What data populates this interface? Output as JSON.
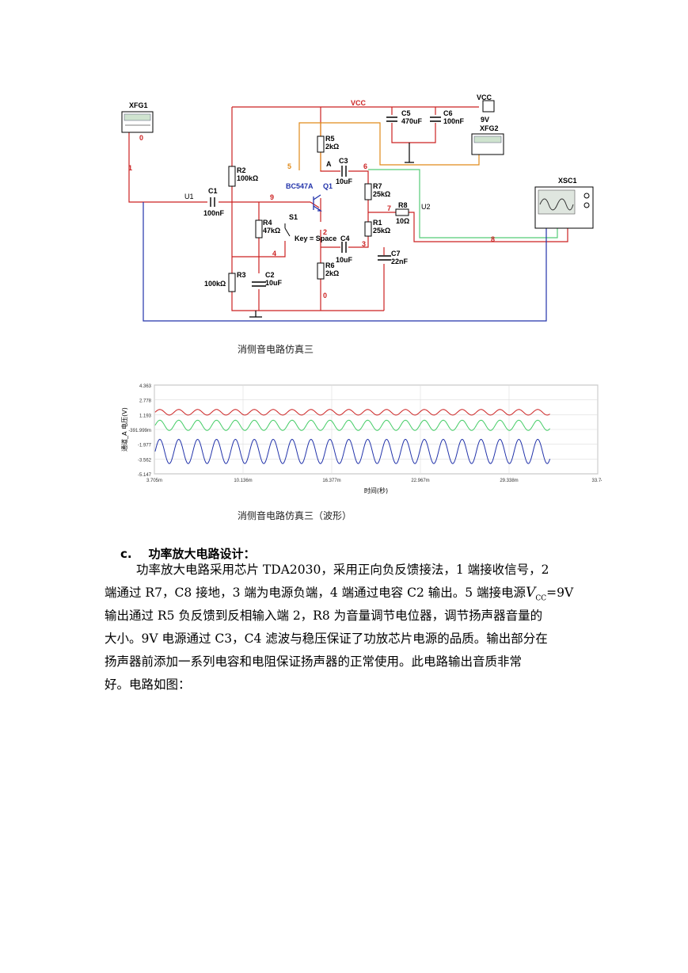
{
  "circuit": {
    "caption": "消侧音电路仿真三",
    "instruments": {
      "xfg1": "XFG1",
      "xfg2": "XFG2",
      "xsc1": "XSC1",
      "vcc_box": "VCC",
      "vcc_value": "9V"
    },
    "net_vcc": "VCC",
    "components": {
      "r2": {
        "name": "R2",
        "value": "100kΩ"
      },
      "r3": {
        "name": "R3",
        "value": "100kΩ"
      },
      "r4": {
        "name": "R4",
        "value": "47kΩ"
      },
      "r5": {
        "name": "R5",
        "value": "2kΩ"
      },
      "r6": {
        "name": "R6",
        "value": "2kΩ"
      },
      "r7": {
        "name": "R7",
        "value": "25kΩ"
      },
      "r1": {
        "name": "R1",
        "value": "25kΩ"
      },
      "r8": {
        "name": "R8",
        "value": "10Ω"
      },
      "c1": {
        "name": "C1",
        "value": "100nF"
      },
      "c2": {
        "name": "C2",
        "value": "10uF"
      },
      "c3": {
        "name": "C3",
        "value": "10uF"
      },
      "c4": {
        "name": "C4",
        "value": "10uF"
      },
      "c5": {
        "name": "C5",
        "value": "470uF"
      },
      "c6": {
        "name": "C6",
        "value": "100nF"
      },
      "c7": {
        "name": "C7",
        "value": "22nF"
      },
      "q1": {
        "name": "Q1",
        "model": "BC547A"
      },
      "s1": {
        "name": "S1",
        "key": "Key = Space"
      }
    },
    "nets": [
      "0",
      "1",
      "9",
      "5",
      "A",
      "6",
      "7",
      "2",
      "3",
      "4",
      "0",
      "8"
    ],
    "wires_labels": {
      "u1": "U1",
      "u2": "U2"
    }
  },
  "waveform": {
    "caption": "消侧音电路仿真三（波形）",
    "ylabel": "通道_A 电压(V)",
    "xlabel": "时间(秒)",
    "yticks": [
      "4.363",
      "2.778",
      "1.193",
      "-391.999m",
      "-1.977",
      "-3.562",
      "-5.147"
    ],
    "xticks": [
      "3.705m",
      "10.136m",
      "16.377m",
      "22.967m",
      "29.338m",
      "33.74"
    ]
  },
  "chart_data": {
    "type": "line",
    "title": "",
    "xlabel": "时间(秒)",
    "ylabel": "通道_A 电压(V)",
    "xlim": [
      0.003705,
      0.03374
    ],
    "ylim": [
      -5.147,
      4.363
    ],
    "series": [
      {
        "color": "#cc2222",
        "offset": 1.45,
        "amplitude": 0.3,
        "period": 0.00128,
        "x_end": 0.0305
      },
      {
        "color": "#44cc66",
        "offset": 0.05,
        "amplitude": 0.55,
        "period": 0.00128,
        "x_end": 0.0305
      },
      {
        "color": "#2233aa",
        "offset": -2.75,
        "amplitude": 1.3,
        "period": 0.00128,
        "x_end": 0.0305
      }
    ],
    "grid": true
  },
  "section": {
    "marker": "c.",
    "title": "功率放大电路设计：",
    "lines": [
      "功率放大电路采用芯片 TDA2030，采用正向负反馈接法，1 端接收信号，2",
      "端通过 R7，C8 接地，3 端为电源负端，4 端通过电容 C2 输出。5 端接电源",
      "=9V",
      "输出通过 R5 负反馈到反相输入端 2，R8 为音量调节电位器，调节扬声器音量的",
      "大小。9V 电源通过 C3，C4 滤波与稳压保证了功放芯片电源的品质。输出部分在",
      "扬声器前添加一系列电容和电阻保证扬声器的正常使用。此电路输出音质非常",
      "好。电路如图："
    ],
    "vcc_symbol": "V",
    "vcc_sub": "CC"
  }
}
